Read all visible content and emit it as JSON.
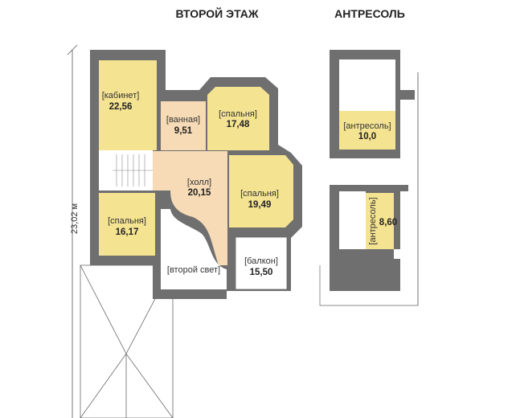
{
  "titles": {
    "floor2": "ВТОРОЙ ЭТАЖ",
    "mezzanine": "АНТРЕСОЛЬ"
  },
  "dimension": "23,02 м",
  "rooms": [
    {
      "name": "[кабинет]",
      "area": "22,56"
    },
    {
      "name": "[ванная]",
      "area": "9,51"
    },
    {
      "name": "[спальня]",
      "area": "17,48"
    },
    {
      "name": "[холл]",
      "area": "20,15"
    },
    {
      "name": "[спальня]",
      "area": "19,49"
    },
    {
      "name": "[спальня]",
      "area": "16,17"
    },
    {
      "name": "[второй свет]"
    },
    {
      "name": "[балкон]",
      "area": "15,50"
    }
  ],
  "mezzanine_rooms": [
    {
      "name": "[антресоль]",
      "area": "10,0"
    },
    {
      "name": "[антресоль]",
      "area": "8,60"
    }
  ],
  "colors": {
    "wall": "#6f6f6f",
    "room": "#f4e391",
    "hall": "#f6dbb6"
  }
}
